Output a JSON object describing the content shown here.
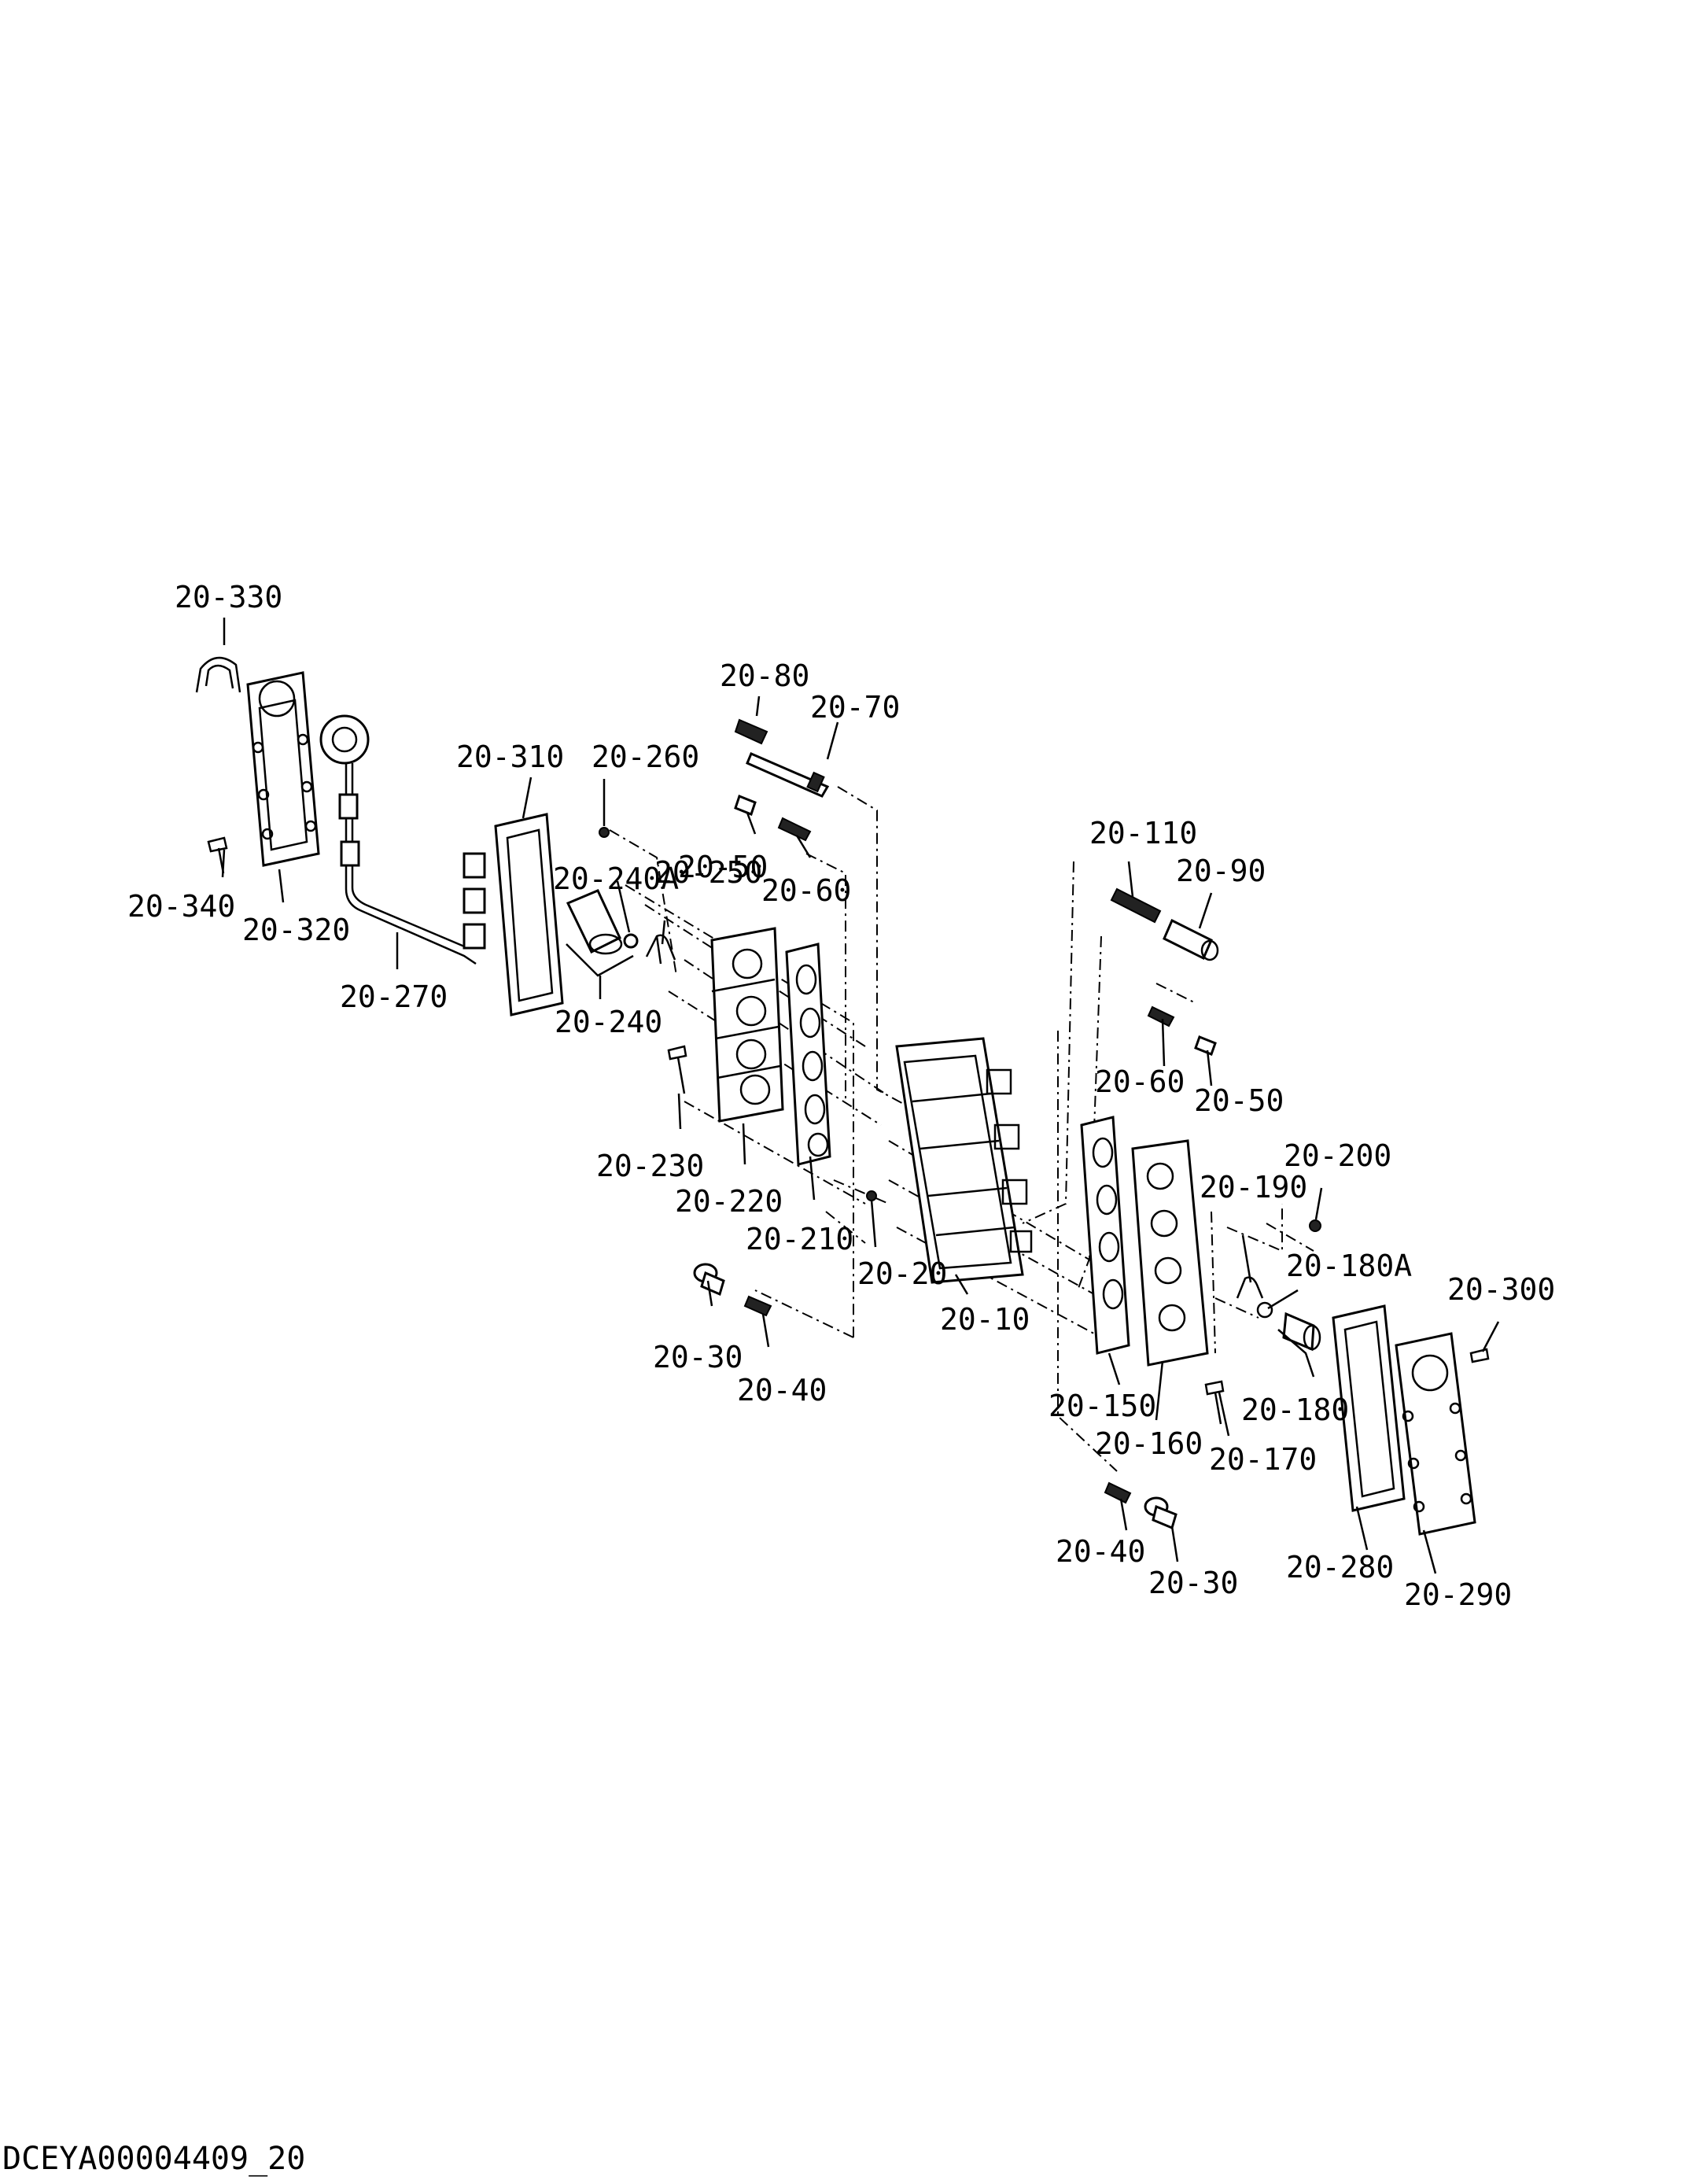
{
  "doc_id": "DCEYA00004409_20",
  "callouts": {
    "c330": "20-330",
    "c340": "20-340",
    "c320": "20-320",
    "c270": "20-270",
    "c310": "20-310",
    "c260": "20-260",
    "c240A": "20-240A",
    "c250": "20-250",
    "c240": "20-240",
    "c80": "20-80",
    "c70": "20-70",
    "c50a": "20-50",
    "c60a": "20-60",
    "c230": "20-230",
    "c220": "20-220",
    "c210": "20-210",
    "c20": "20-20",
    "c10": "20-10",
    "c30a": "20-30",
    "c40a": "20-40",
    "c110": "20-110",
    "c90": "20-90",
    "c60b": "20-60",
    "c50b": "20-50",
    "c200": "20-200",
    "c190": "20-190",
    "c180A": "20-180A",
    "c300": "20-300",
    "c150": "20-150",
    "c160": "20-160",
    "c170": "20-170",
    "c180": "20-180",
    "c40b": "20-40",
    "c30b": "20-30",
    "c280": "20-280",
    "c290": "20-290"
  }
}
